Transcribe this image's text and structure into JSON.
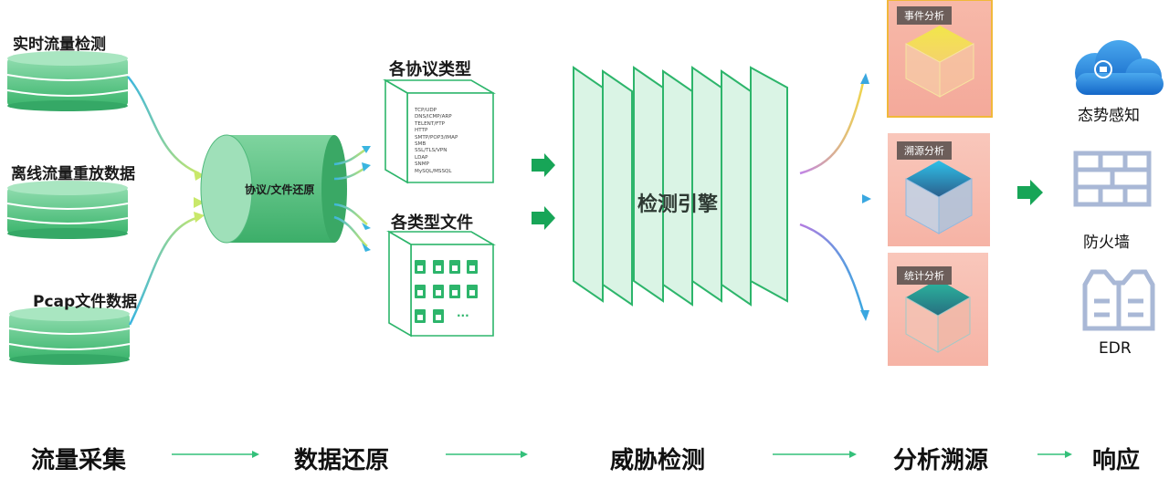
{
  "sources": [
    {
      "label": "实时流量检测"
    },
    {
      "label": "离线流量重放数据"
    },
    {
      "label": "Pcap文件数据"
    }
  ],
  "restore": {
    "label": "协议/文件还原"
  },
  "protocol_types": {
    "title": "各协议类型",
    "items": [
      "TCP/UDP",
      "DNS/ICMP/ARP",
      "TELENT/FTP",
      "HTTP",
      "SMTP/POP3/IMAP",
      "SMB",
      "SSL/TLS/VPN",
      "LDAP",
      "SNMP",
      "MySQL/MSSQL"
    ]
  },
  "file_types": {
    "title": "各类型文件",
    "more": "..."
  },
  "engine": {
    "label": "检测引擎"
  },
  "analysis": [
    {
      "label": "事件分析"
    },
    {
      "label": "溯源分析"
    },
    {
      "label": "统计分析"
    }
  ],
  "responses": [
    {
      "label": "态势感知",
      "icon": "cloud-icon"
    },
    {
      "label": "防火墙",
      "icon": "firewall-icon"
    },
    {
      "label": "EDR",
      "icon": "edr-icon"
    }
  ],
  "stages": [
    "流量采集",
    "数据还原",
    "威胁检测",
    "分析溯源",
    "响应"
  ],
  "colors": {
    "green": "#2db56b",
    "light_green": "#a8e6c1",
    "accent_blue": "#3a9bd9",
    "cloud_blue": "#1f7fd6",
    "gray_icon": "#a9b8d6"
  }
}
